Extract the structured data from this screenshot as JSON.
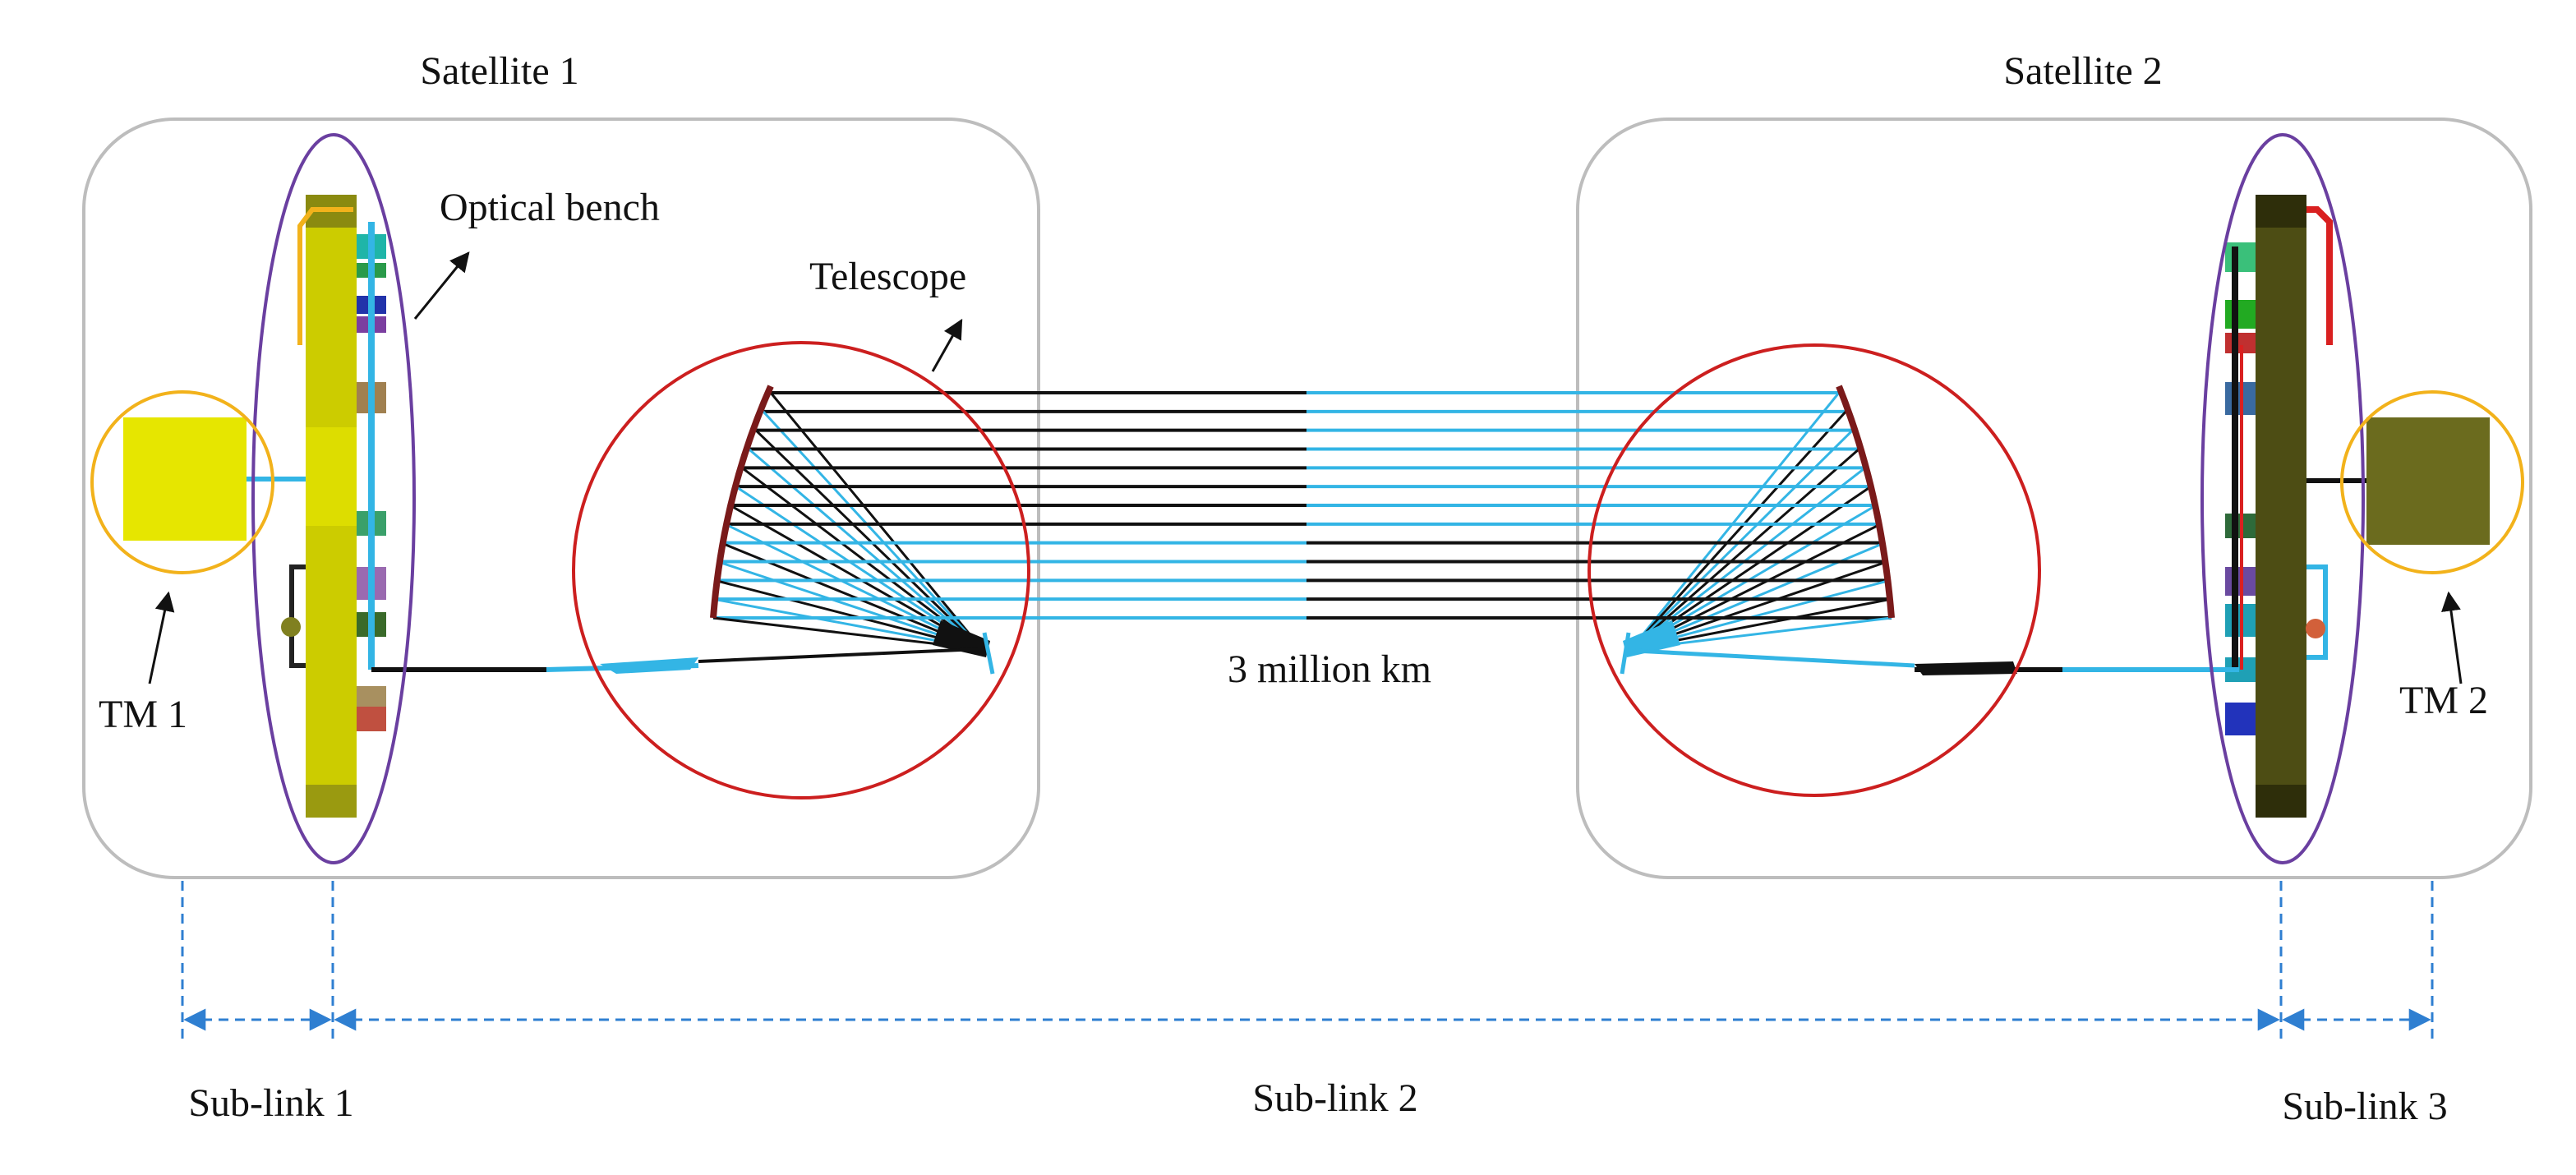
{
  "labels": {
    "satellite_1": "Satellite 1",
    "satellite_2": "Satellite 2",
    "optical_bench": "Optical bench",
    "telescope": "Telescope",
    "tm_1": "TM 1",
    "tm_2": "TM 2",
    "distance": "3 million km",
    "sub_link_1": "Sub-link 1",
    "sub_link_2": "Sub-link 2",
    "sub_link_3": "Sub-link 3"
  },
  "colors": {
    "satellite_outline": "#bdbdbd",
    "bench_outline": "#6a3fa0",
    "telescope_outline": "#cc1f1f",
    "tm_outline": "#f2b21b",
    "tm_1_fill": "#e6e600",
    "tm_2_fill": "#6b6b1e",
    "bench_1_fill": "#cccc00",
    "bench_2_fill": "#4d4d14",
    "beam_cyan": "#33b5e5",
    "beam_black": "#111111",
    "mirror": "#7a1a1a",
    "sublink_line": "#2f7fd1"
  }
}
